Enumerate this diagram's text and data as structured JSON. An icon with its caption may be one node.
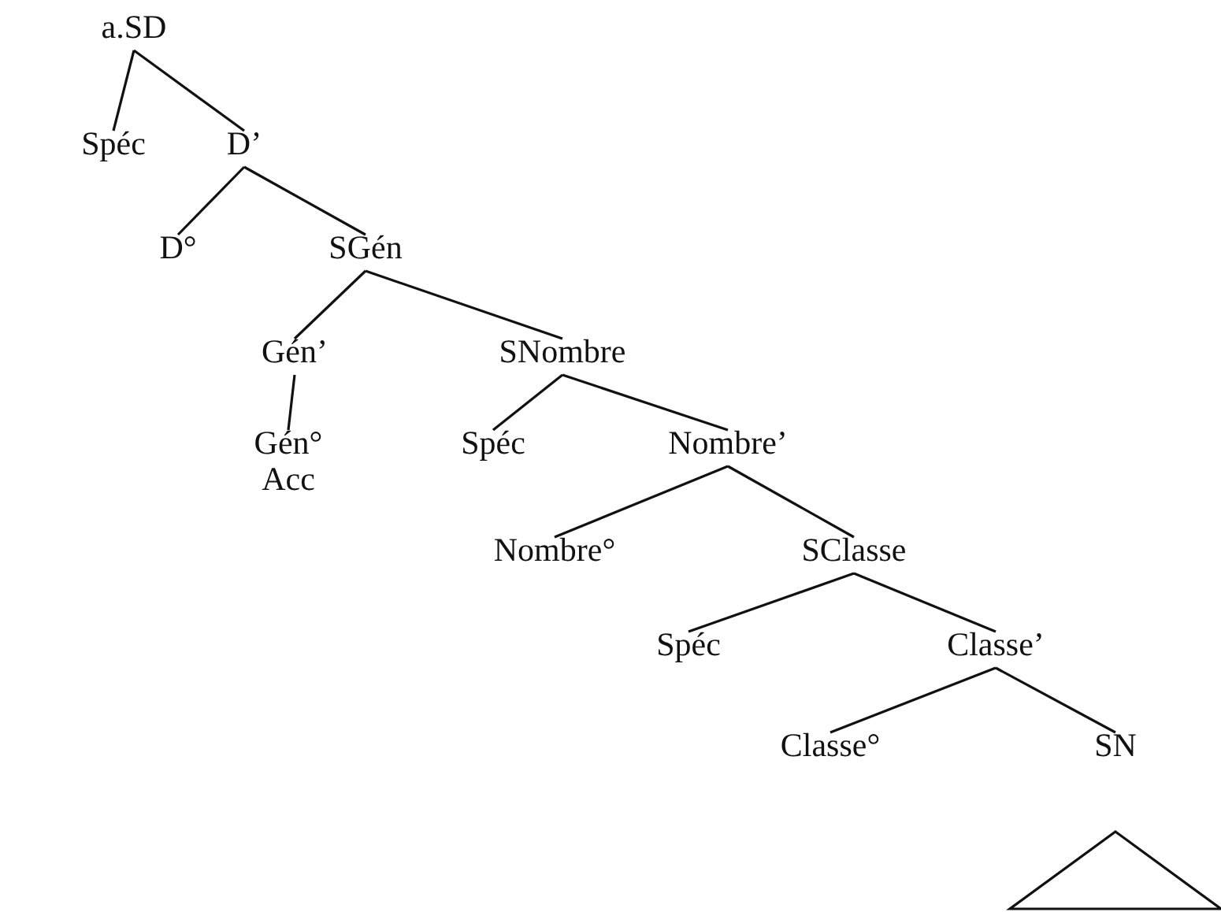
{
  "diagram": {
    "nodes": [
      {
        "text": [
          "a.SD"
        ]
      },
      {
        "text": [
          "Spéc"
        ]
      },
      {
        "text": [
          "D’"
        ]
      },
      {
        "text": [
          "D°"
        ]
      },
      {
        "text": [
          "SGén"
        ]
      },
      {
        "text": [
          "Gén’"
        ]
      },
      {
        "text": [
          "SNombre"
        ]
      },
      {
        "text": [
          "Gén°",
          "Acc"
        ]
      },
      {
        "text": [
          "Spéc"
        ]
      },
      {
        "text": [
          "Nombre’"
        ]
      },
      {
        "text": [
          "Nombre°"
        ]
      },
      {
        "text": [
          "SClasse"
        ]
      },
      {
        "text": [
          "Spéc"
        ]
      },
      {
        "text": [
          "Classe’"
        ]
      },
      {
        "text": [
          "Classe°"
        ]
      },
      {
        "text": [
          "SN"
        ]
      },
      {
        "text": [],
        "shape": "triangle"
      }
    ],
    "edges": [
      {
        "from": 0,
        "to": 1,
        "arrow": "none"
      },
      {
        "from": 0,
        "to": 2,
        "arrow": "none"
      },
      {
        "from": 2,
        "to": 3,
        "arrow": "none"
      },
      {
        "from": 2,
        "to": 4,
        "arrow": "none"
      },
      {
        "from": 4,
        "to": 5,
        "arrow": "none"
      },
      {
        "from": 4,
        "to": 6,
        "arrow": "none"
      },
      {
        "from": 5,
        "to": 7,
        "arrow": "none"
      },
      {
        "from": 6,
        "to": 8,
        "arrow": "none"
      },
      {
        "from": 6,
        "to": 9,
        "arrow": "none"
      },
      {
        "from": 9,
        "to": 10,
        "arrow": "none"
      },
      {
        "from": 9,
        "to": 11,
        "arrow": "none"
      },
      {
        "from": 11,
        "to": 12,
        "arrow": "none"
      },
      {
        "from": 11,
        "to": 13,
        "arrow": "none"
      },
      {
        "from": 13,
        "to": 14,
        "arrow": "none"
      },
      {
        "from": 13,
        "to": 15,
        "arrow": "none"
      }
    ]
  }
}
